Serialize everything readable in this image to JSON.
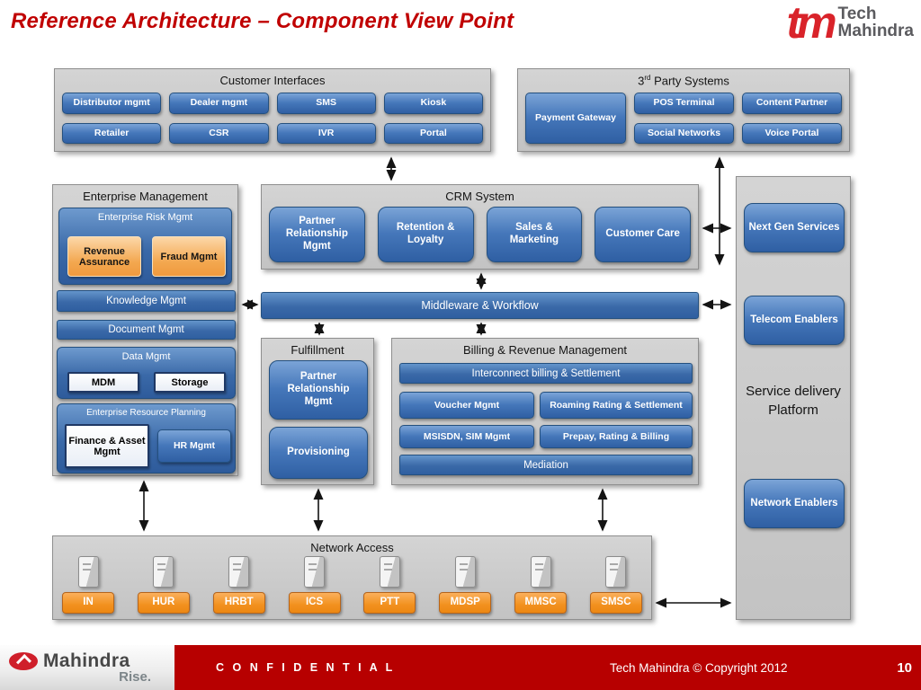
{
  "slide": {
    "title": "Reference Architecture – Component View Point"
  },
  "brand": {
    "top": {
      "mark": "tm",
      "line1": "Tech",
      "line2": "Mahindra"
    },
    "bottom": {
      "name": "Mahindra",
      "tagline": "Rise."
    }
  },
  "customer_interfaces": {
    "title": "Customer Interfaces",
    "row1": [
      "Distributor mgmt",
      "Dealer mgmt",
      "SMS",
      "Kiosk"
    ],
    "row2": [
      "Retailer",
      "CSR",
      "IVR",
      "Portal"
    ]
  },
  "third_party": {
    "title_num": "3",
    "title_ord": "rd",
    "title_rest": " Party Systems",
    "payment_gateway": "Payment Gateway",
    "row1": [
      "POS Terminal",
      "Content Partner"
    ],
    "row2": [
      "Social Networks",
      "Voice Portal"
    ]
  },
  "enterprise": {
    "title": "Enterprise Management",
    "risk": {
      "title": "Enterprise Risk Mgmt",
      "items": [
        "Revenue Assurance",
        "Fraud Mgmt"
      ]
    },
    "knowledge": "Knowledge Mgmt",
    "document": "Document Mgmt",
    "data": {
      "title": "Data Mgmt",
      "items": [
        "MDM",
        "Storage"
      ]
    },
    "erp": {
      "title": "Enterprise Resource Planning",
      "items": [
        "Finance & Asset Mgmt",
        "HR Mgmt"
      ]
    }
  },
  "crm": {
    "title": "CRM System",
    "items": [
      "Partner Relationship Mgmt",
      "Retention & Loyalty",
      "Sales & Marketing",
      "Customer Care"
    ]
  },
  "middleware": {
    "label": "Middleware & Workflow"
  },
  "fulfillment": {
    "title": "Fulfillment",
    "items": [
      "Partner Relationship Mgmt",
      "Provisioning"
    ]
  },
  "billing": {
    "title": "Billing & Revenue Management",
    "interconnect": "Interconnect billing & Settlement",
    "row2": [
      "Voucher Mgmt",
      "Roaming Rating & Settlement"
    ],
    "row3": [
      "MSISDN, SIM Mgmt",
      "Prepay, Rating & Billing"
    ],
    "mediation": "Mediation"
  },
  "sdp": {
    "label": "Service delivery Platform",
    "items": [
      "Next Gen Services",
      "Telecom Enablers",
      "Network Enablers"
    ]
  },
  "network": {
    "title": "Network Access",
    "nodes": [
      "IN",
      "HUR",
      "HRBT",
      "ICS",
      "PTT",
      "MDSP",
      "MMSC",
      "SMSC"
    ]
  },
  "footer": {
    "confidential": "C O N F I D E N T I A L",
    "copyright": "Tech Mahindra © Copyright 2012",
    "page": "10"
  },
  "colors": {
    "title_red": "#C00000",
    "footer_red": "#B70000",
    "panel_gray": "#C9C9C9",
    "button_blue": "#3A6FB5",
    "accent_orange": "#F0922B"
  }
}
